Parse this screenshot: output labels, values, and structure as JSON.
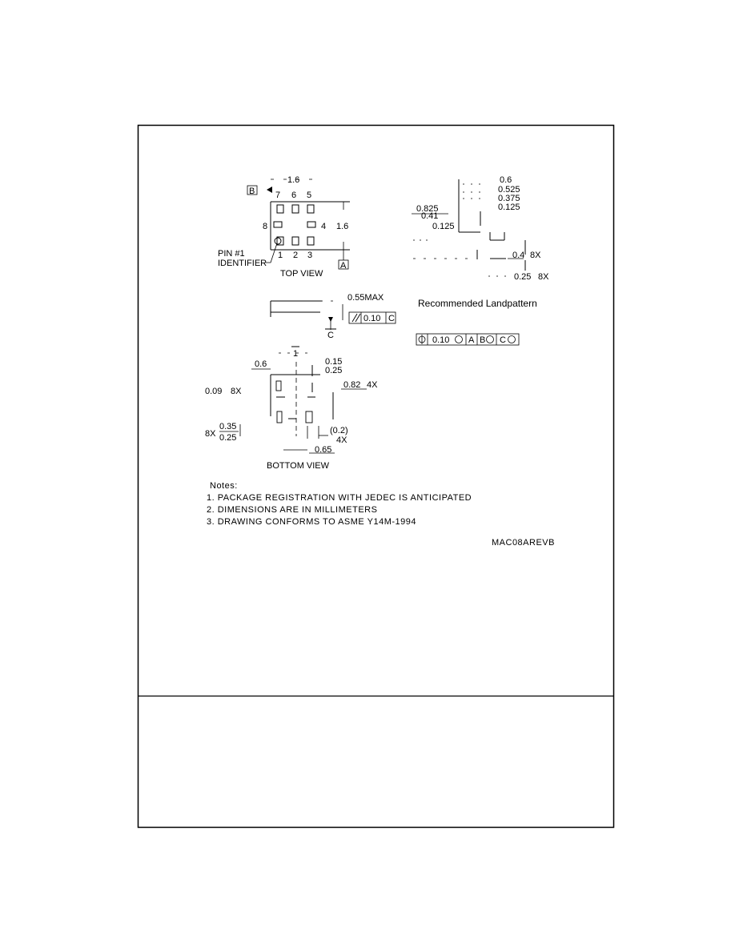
{
  "top_view": {
    "width_dim": "1.6",
    "height_dim": "1.6",
    "datum_b": "B",
    "datum_a": "A",
    "pins_top": [
      "7",
      "6",
      "5"
    ],
    "pins_bottom": [
      "1",
      "2",
      "3"
    ],
    "pin_left": "8",
    "pin_right": "4",
    "pin1_label": "PIN #1",
    "pin1_label2": "IDENTIFIER",
    "caption": "TOP VIEW"
  },
  "side_view": {
    "height_max": "0.55MAX",
    "flatness_value": "0.10",
    "flatness_datum": "C",
    "datum_c": "C"
  },
  "land_pattern": {
    "dims": [
      "0.6",
      "0.525",
      "0.375",
      "0.125"
    ],
    "left_dims": [
      "0.825",
      "0.41",
      "0.125"
    ],
    "pad_width": "0.4",
    "pad_width_qty": "8X",
    "pad_len": "0.25",
    "pad_len_qty": "8X",
    "caption": "Recommended Landpattern",
    "fcf_tol": "0.10",
    "fcf_datums": [
      "A",
      "B",
      "C"
    ]
  },
  "bottom_view": {
    "top_dim": "1",
    "left_dim": "0.6",
    "dim_max": "0.15",
    "dim_min": "0.25",
    "corner": "0.09",
    "corner_qty": "8X",
    "lead": "0.82",
    "lead_qty": "4X",
    "w_qty": "8X",
    "w_max": "0.35",
    "w_min": "0.25",
    "ref": "(0.2)",
    "ref_qty": "4X",
    "pitch": "0.65",
    "caption": "BOTTOM VIEW"
  },
  "notes": {
    "title": "Notes:",
    "items": [
      "1. PACKAGE REGISTRATION WITH JEDEC IS ANTICIPATED",
      "2. DIMENSIONS ARE IN MILLIMETERS",
      "3. DRAWING CONFORMS TO ASME Y14M-1994"
    ]
  },
  "drawing_id": "MAC08AREVB"
}
